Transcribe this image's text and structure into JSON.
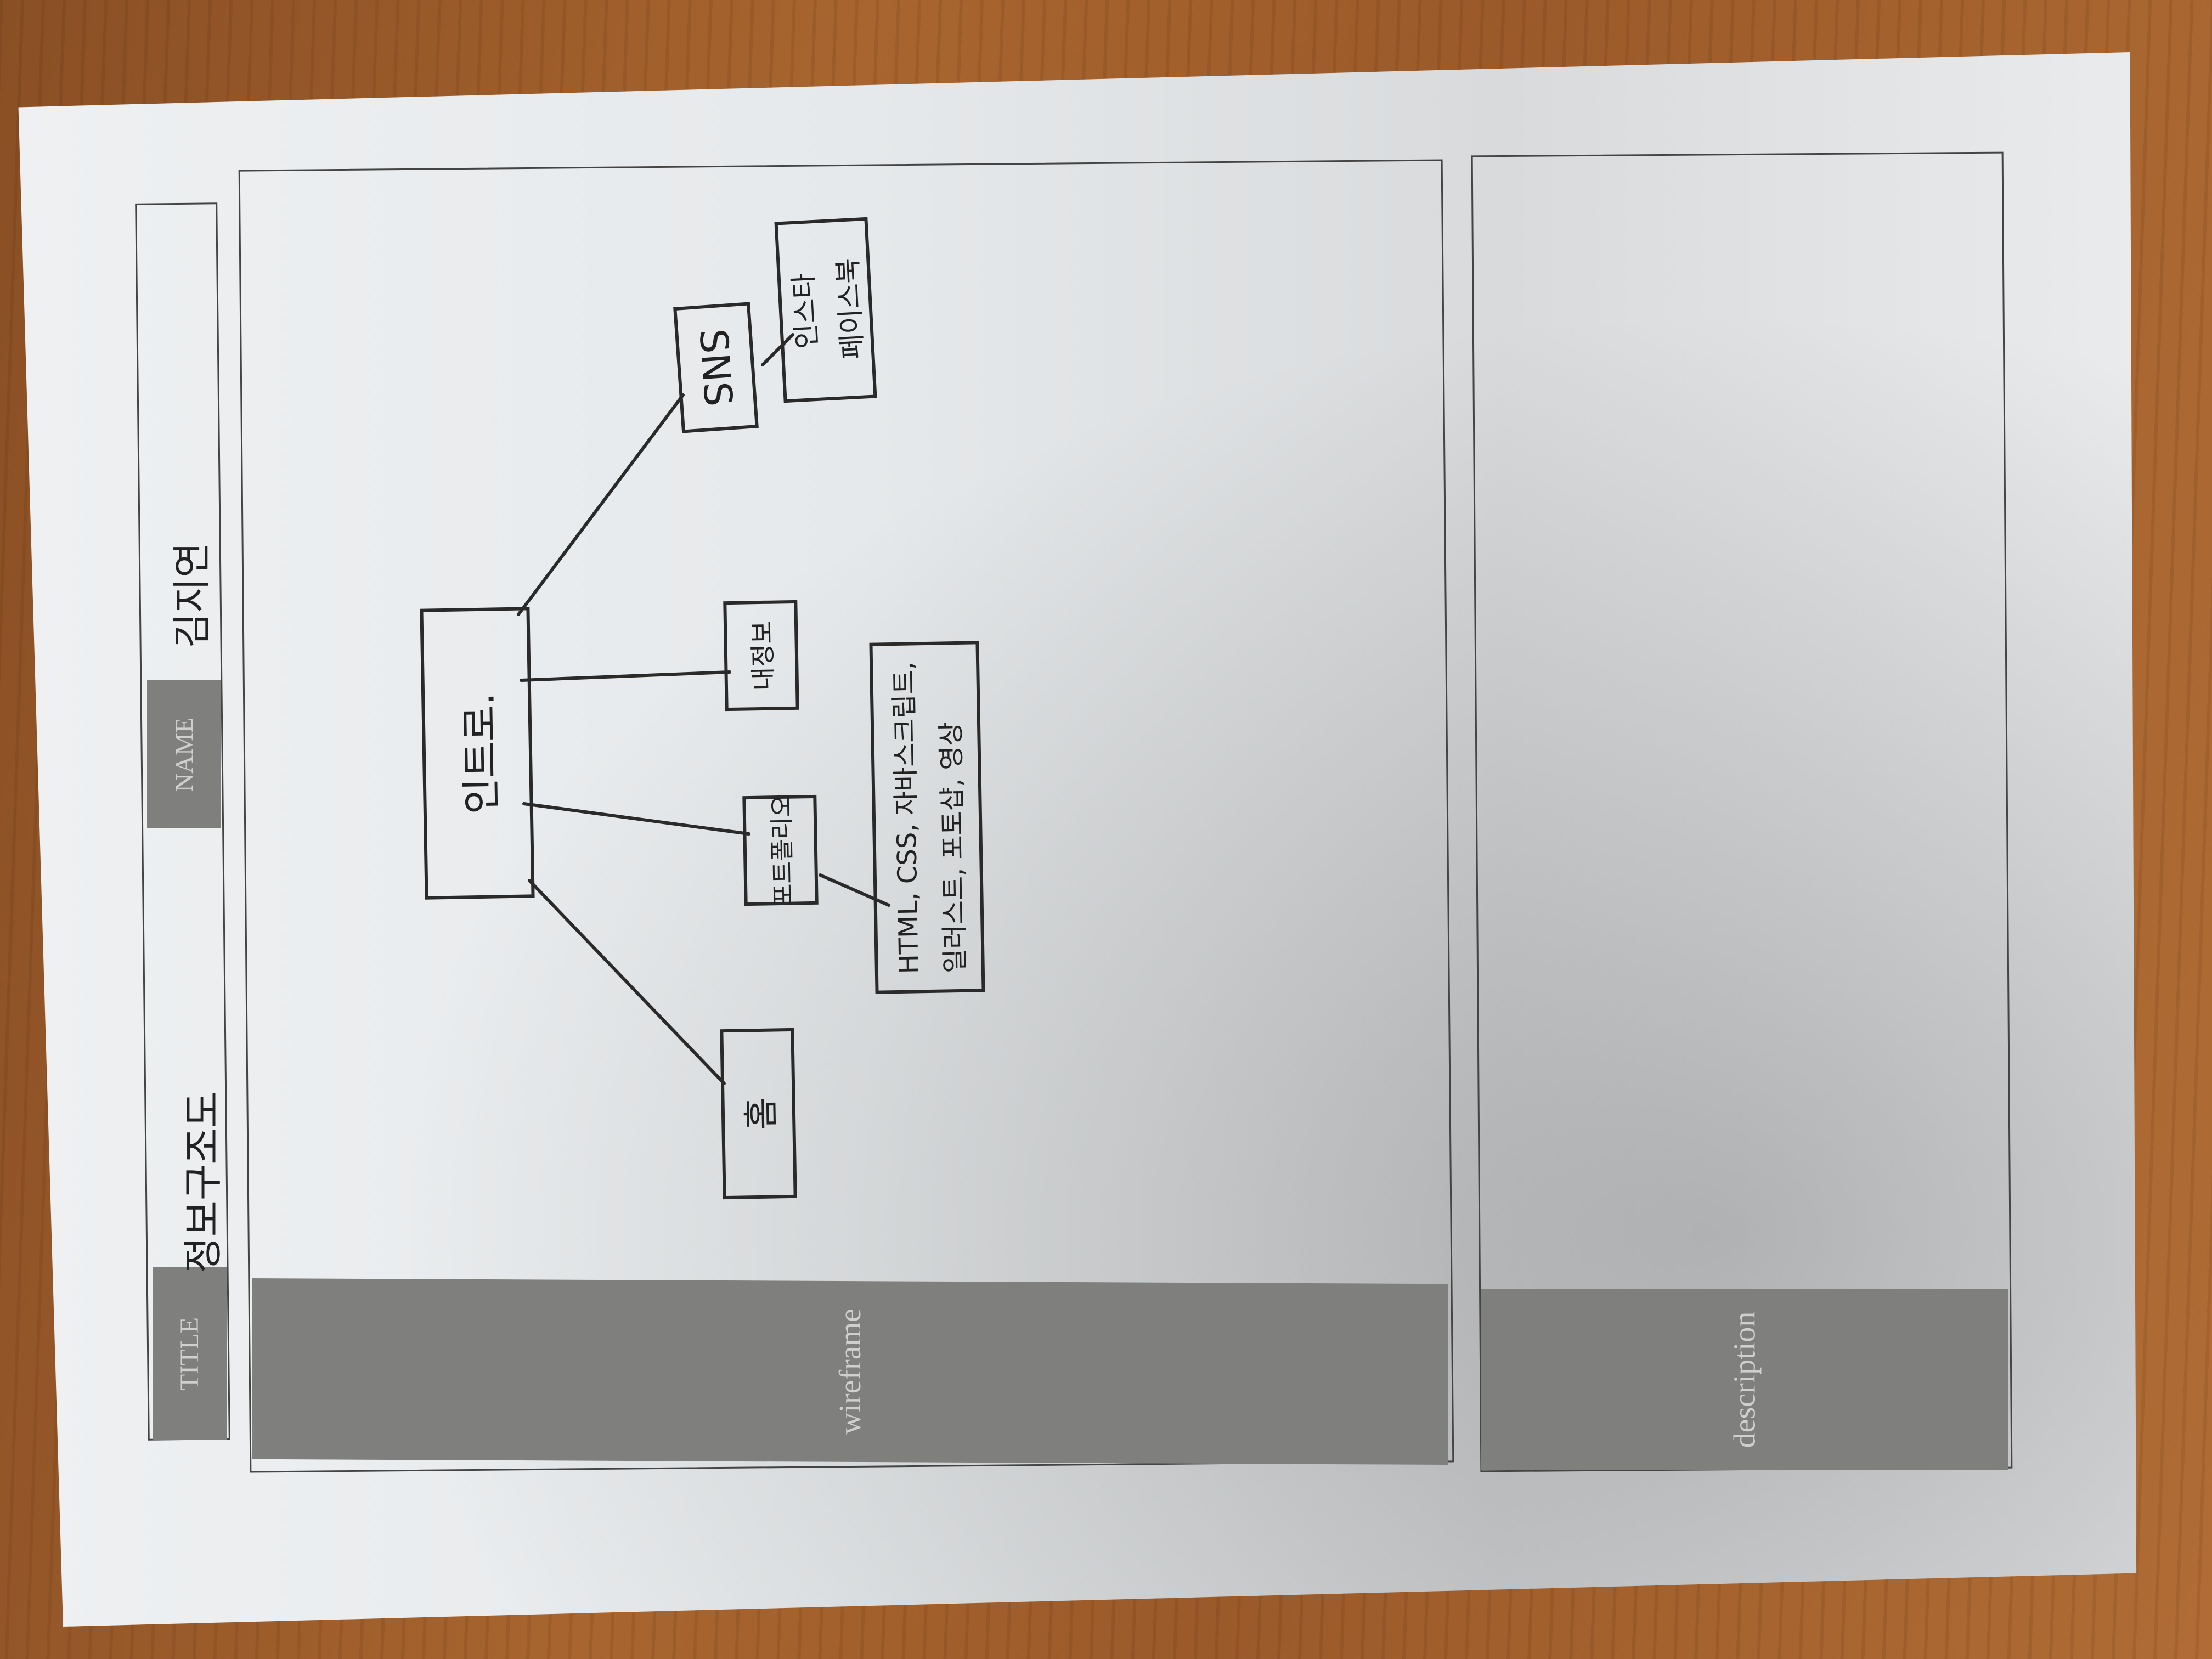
{
  "header": {
    "title_label": "TITLE",
    "title_value": "정보구조도",
    "name_label": "NAME",
    "name_value": "김지연"
  },
  "sections": {
    "wireframe_label": "wireframe",
    "description_label": "description"
  },
  "diagram": {
    "root": "인트로.",
    "children": [
      "홈",
      "포트폴리오",
      "내정보",
      "SNS"
    ],
    "portfolio_detail_line1": "HTML, CSS, 자바스크립트,",
    "portfolio_detail_line2": "일러스트, 포토샵, 영상",
    "sns_detail_line1": "인스타",
    "sns_detail_line2": "페이스북"
  }
}
